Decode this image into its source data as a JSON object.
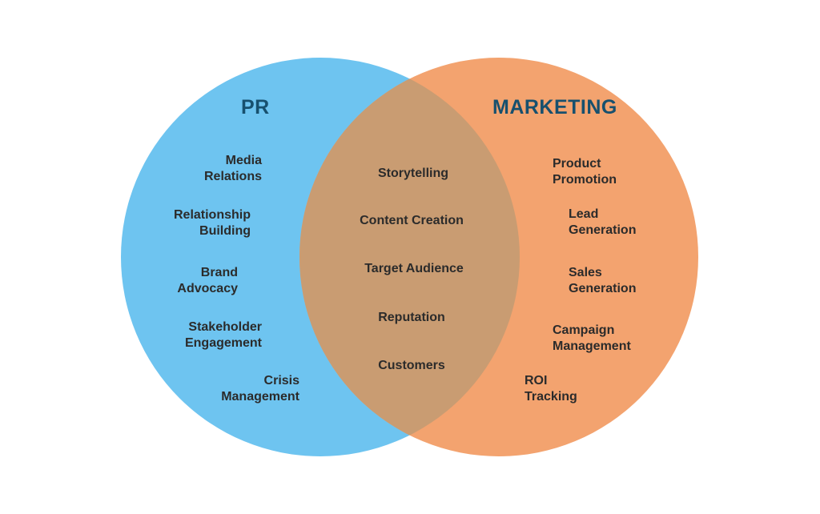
{
  "colors": {
    "pr_circle": "#6ec4f0",
    "marketing_circle": "#f3a36f",
    "overlap": "#c99c72",
    "title_text": "#17506e",
    "item_text": "#2b2b2b"
  },
  "diagram": {
    "pr": {
      "title": "PR",
      "items": [
        "Media\nRelations",
        "Relationship\nBuilding",
        "Brand\nAdvocacy",
        "Stakeholder\nEngagement",
        "Crisis\nManagement"
      ]
    },
    "marketing": {
      "title": "MARKETING",
      "items": [
        "Product\nPromotion",
        "Lead\nGeneration",
        "Sales\nGeneration",
        "Campaign\nManagement",
        "ROI\nTracking"
      ]
    },
    "overlap": {
      "items": [
        "Storytelling",
        "Content Creation",
        "Target Audience",
        "Reputation",
        "Customers"
      ]
    }
  }
}
